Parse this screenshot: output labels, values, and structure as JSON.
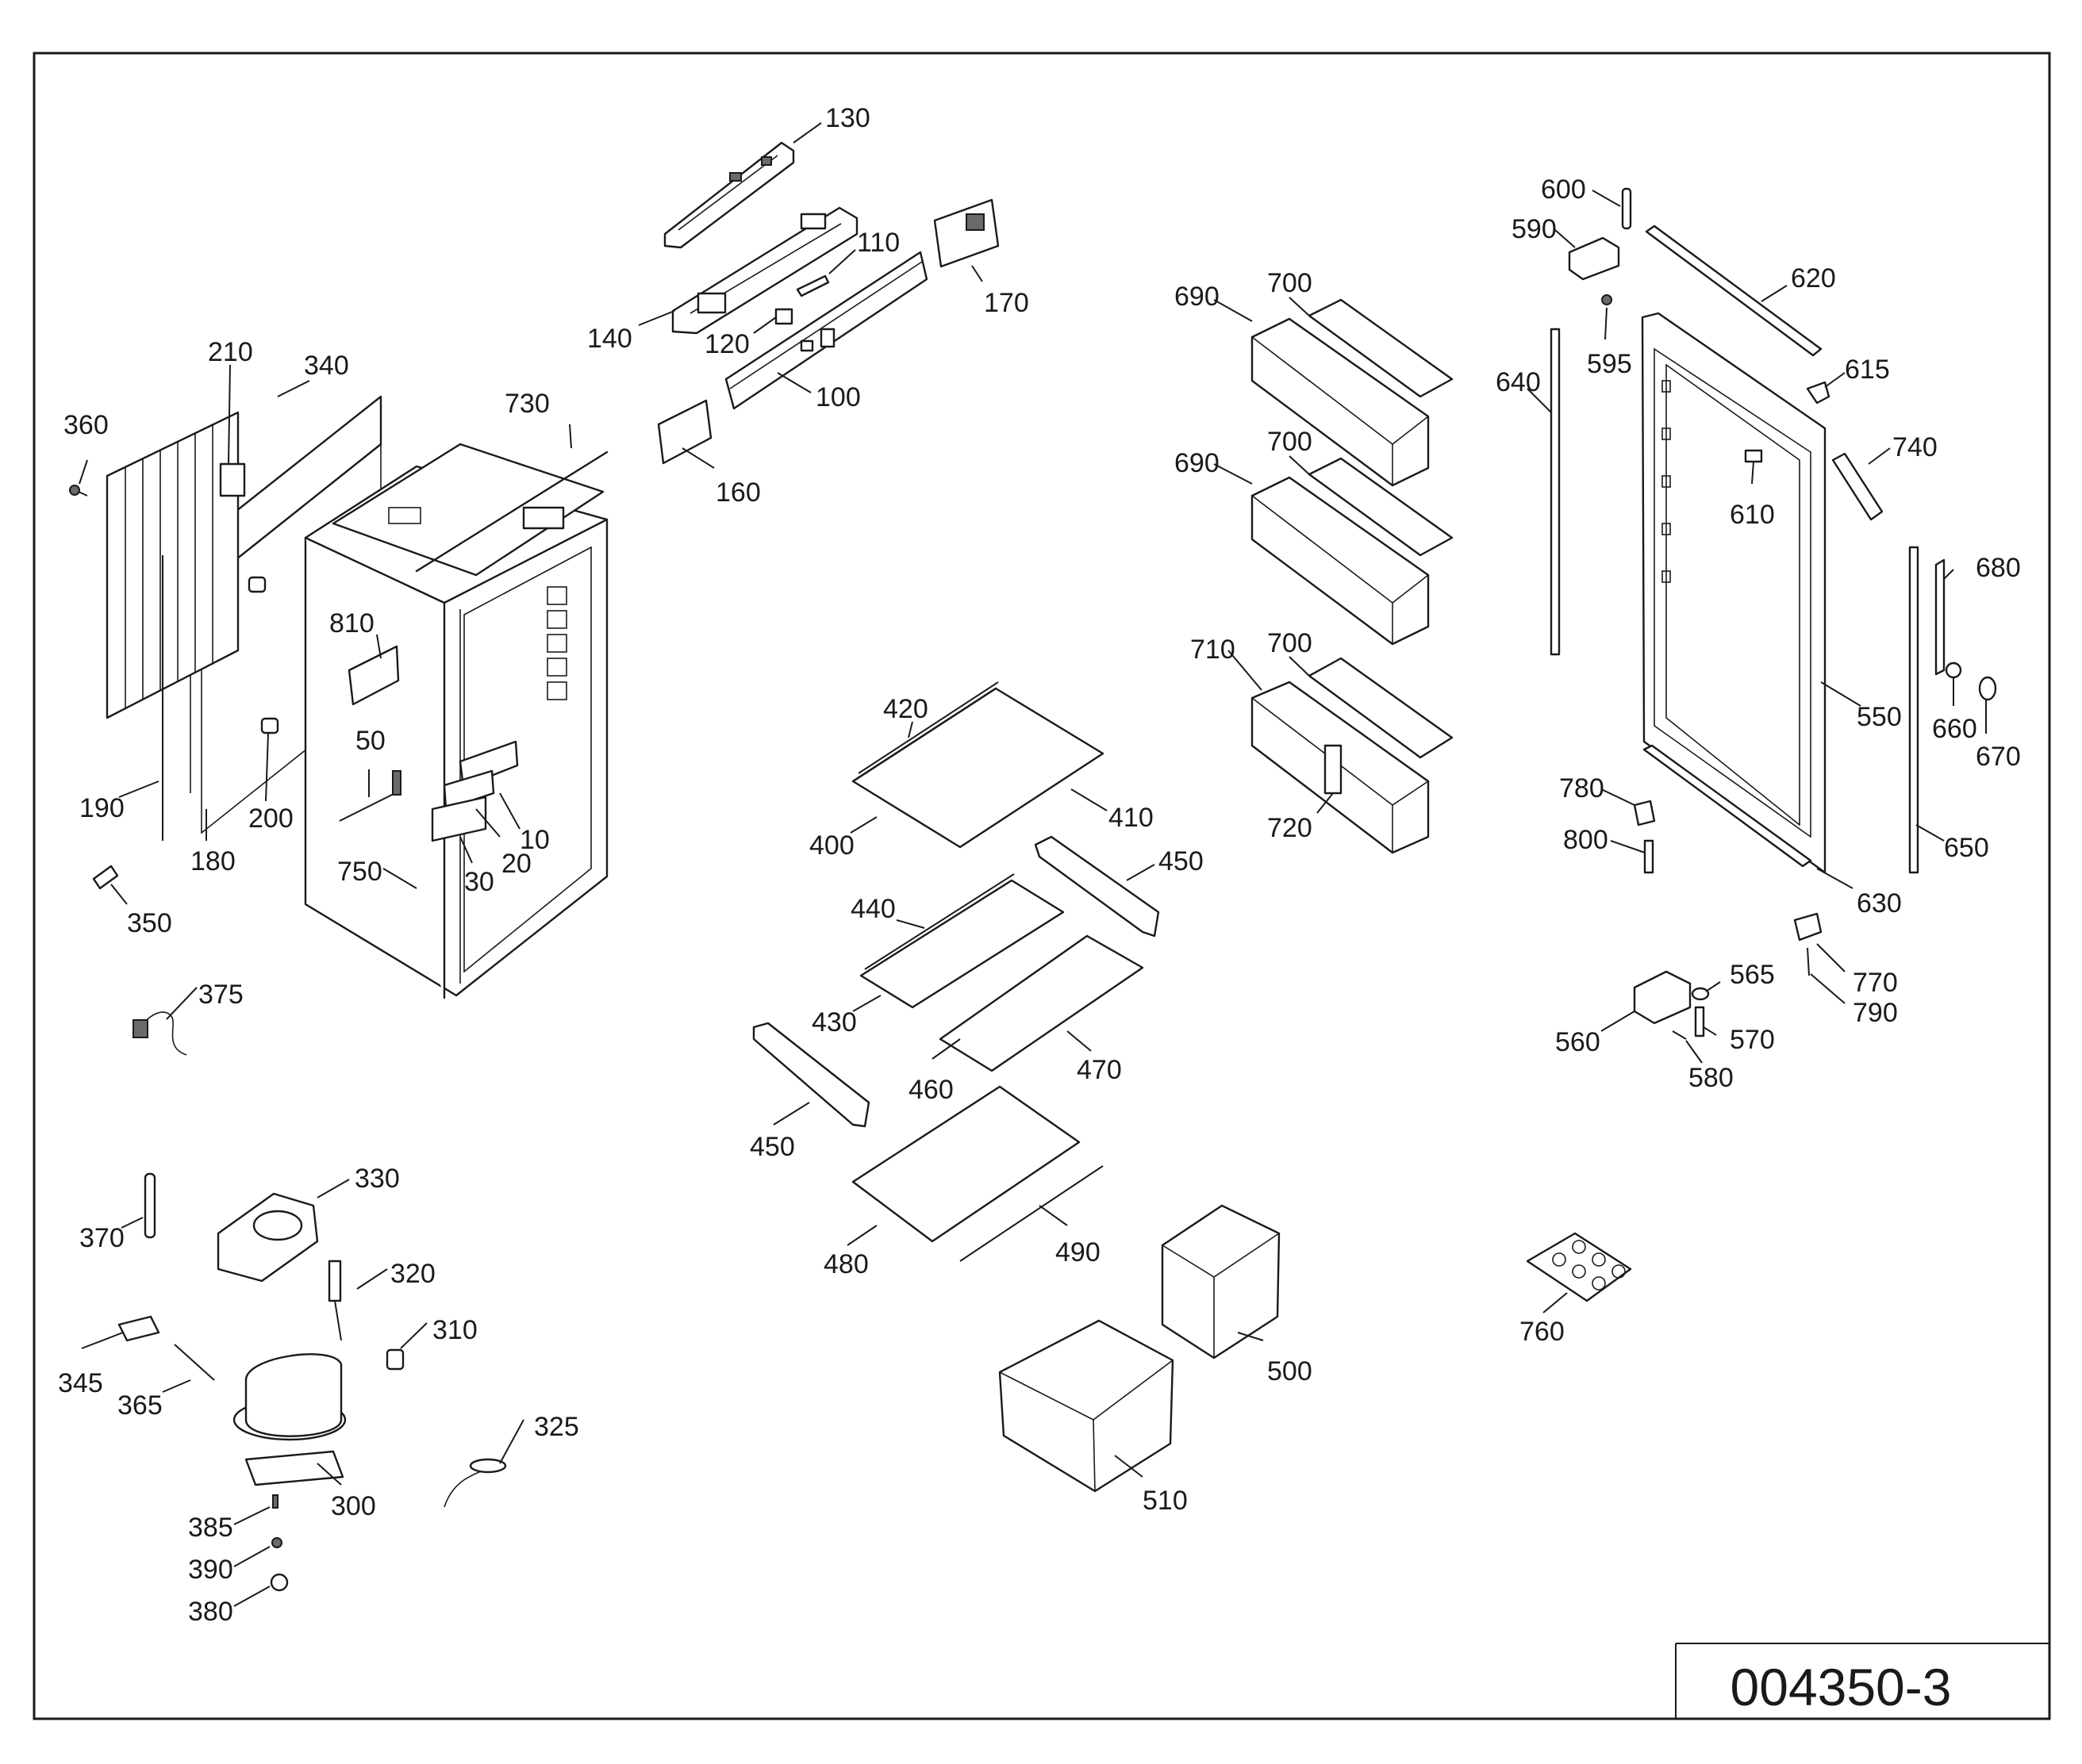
{
  "drawing_number": "004350-3",
  "callouts": [
    {
      "id": "c130",
      "text": "130"
    },
    {
      "id": "c110",
      "text": "110"
    },
    {
      "id": "c170",
      "text": "170"
    },
    {
      "id": "c140",
      "text": "140"
    },
    {
      "id": "c120",
      "text": "120"
    },
    {
      "id": "c100",
      "text": "100"
    },
    {
      "id": "c160",
      "text": "160"
    },
    {
      "id": "c210",
      "text": "210"
    },
    {
      "id": "c340",
      "text": "340"
    },
    {
      "id": "c360",
      "text": "360"
    },
    {
      "id": "c730",
      "text": "730"
    },
    {
      "id": "c810",
      "text": "810"
    },
    {
      "id": "c50",
      "text": "50"
    },
    {
      "id": "c190",
      "text": "190"
    },
    {
      "id": "c180",
      "text": "180"
    },
    {
      "id": "c200",
      "text": "200"
    },
    {
      "id": "c10",
      "text": "10"
    },
    {
      "id": "c20",
      "text": "20"
    },
    {
      "id": "c30",
      "text": "30"
    },
    {
      "id": "c750",
      "text": "750"
    },
    {
      "id": "c350",
      "text": "350"
    },
    {
      "id": "c375",
      "text": "375"
    },
    {
      "id": "c370",
      "text": "370"
    },
    {
      "id": "c330",
      "text": "330"
    },
    {
      "id": "c320",
      "text": "320"
    },
    {
      "id": "c310",
      "text": "310"
    },
    {
      "id": "c345",
      "text": "345"
    },
    {
      "id": "c365",
      "text": "365"
    },
    {
      "id": "c325",
      "text": "325"
    },
    {
      "id": "c300",
      "text": "300"
    },
    {
      "id": "c385",
      "text": "385"
    },
    {
      "id": "c390",
      "text": "390"
    },
    {
      "id": "c380",
      "text": "380"
    },
    {
      "id": "c420",
      "text": "420"
    },
    {
      "id": "c400",
      "text": "400"
    },
    {
      "id": "c410",
      "text": "410"
    },
    {
      "id": "c450a",
      "text": "450"
    },
    {
      "id": "c440",
      "text": "440"
    },
    {
      "id": "c430",
      "text": "430"
    },
    {
      "id": "c460",
      "text": "460"
    },
    {
      "id": "c470",
      "text": "470"
    },
    {
      "id": "c450b",
      "text": "450"
    },
    {
      "id": "c480",
      "text": "480"
    },
    {
      "id": "c490",
      "text": "490"
    },
    {
      "id": "c500",
      "text": "500"
    },
    {
      "id": "c510",
      "text": "510"
    },
    {
      "id": "c690a",
      "text": "690"
    },
    {
      "id": "c700a",
      "text": "700"
    },
    {
      "id": "c690b",
      "text": "690"
    },
    {
      "id": "c700b",
      "text": "700"
    },
    {
      "id": "c710",
      "text": "710"
    },
    {
      "id": "c700c",
      "text": "700"
    },
    {
      "id": "c720",
      "text": "720"
    },
    {
      "id": "c600",
      "text": "600"
    },
    {
      "id": "c590",
      "text": "590"
    },
    {
      "id": "c620",
      "text": "620"
    },
    {
      "id": "c595",
      "text": "595"
    },
    {
      "id": "c640",
      "text": "640"
    },
    {
      "id": "c615",
      "text": "615"
    },
    {
      "id": "c740",
      "text": "740"
    },
    {
      "id": "c610",
      "text": "610"
    },
    {
      "id": "c680",
      "text": "680"
    },
    {
      "id": "c550",
      "text": "550"
    },
    {
      "id": "c660",
      "text": "660"
    },
    {
      "id": "c670",
      "text": "670"
    },
    {
      "id": "c780",
      "text": "780"
    },
    {
      "id": "c800",
      "text": "800"
    },
    {
      "id": "c650",
      "text": "650"
    },
    {
      "id": "c630",
      "text": "630"
    },
    {
      "id": "c565",
      "text": "565"
    },
    {
      "id": "c770",
      "text": "770"
    },
    {
      "id": "c790",
      "text": "790"
    },
    {
      "id": "c560",
      "text": "560"
    },
    {
      "id": "c570",
      "text": "570"
    },
    {
      "id": "c580",
      "text": "580"
    },
    {
      "id": "c760",
      "text": "760"
    }
  ]
}
